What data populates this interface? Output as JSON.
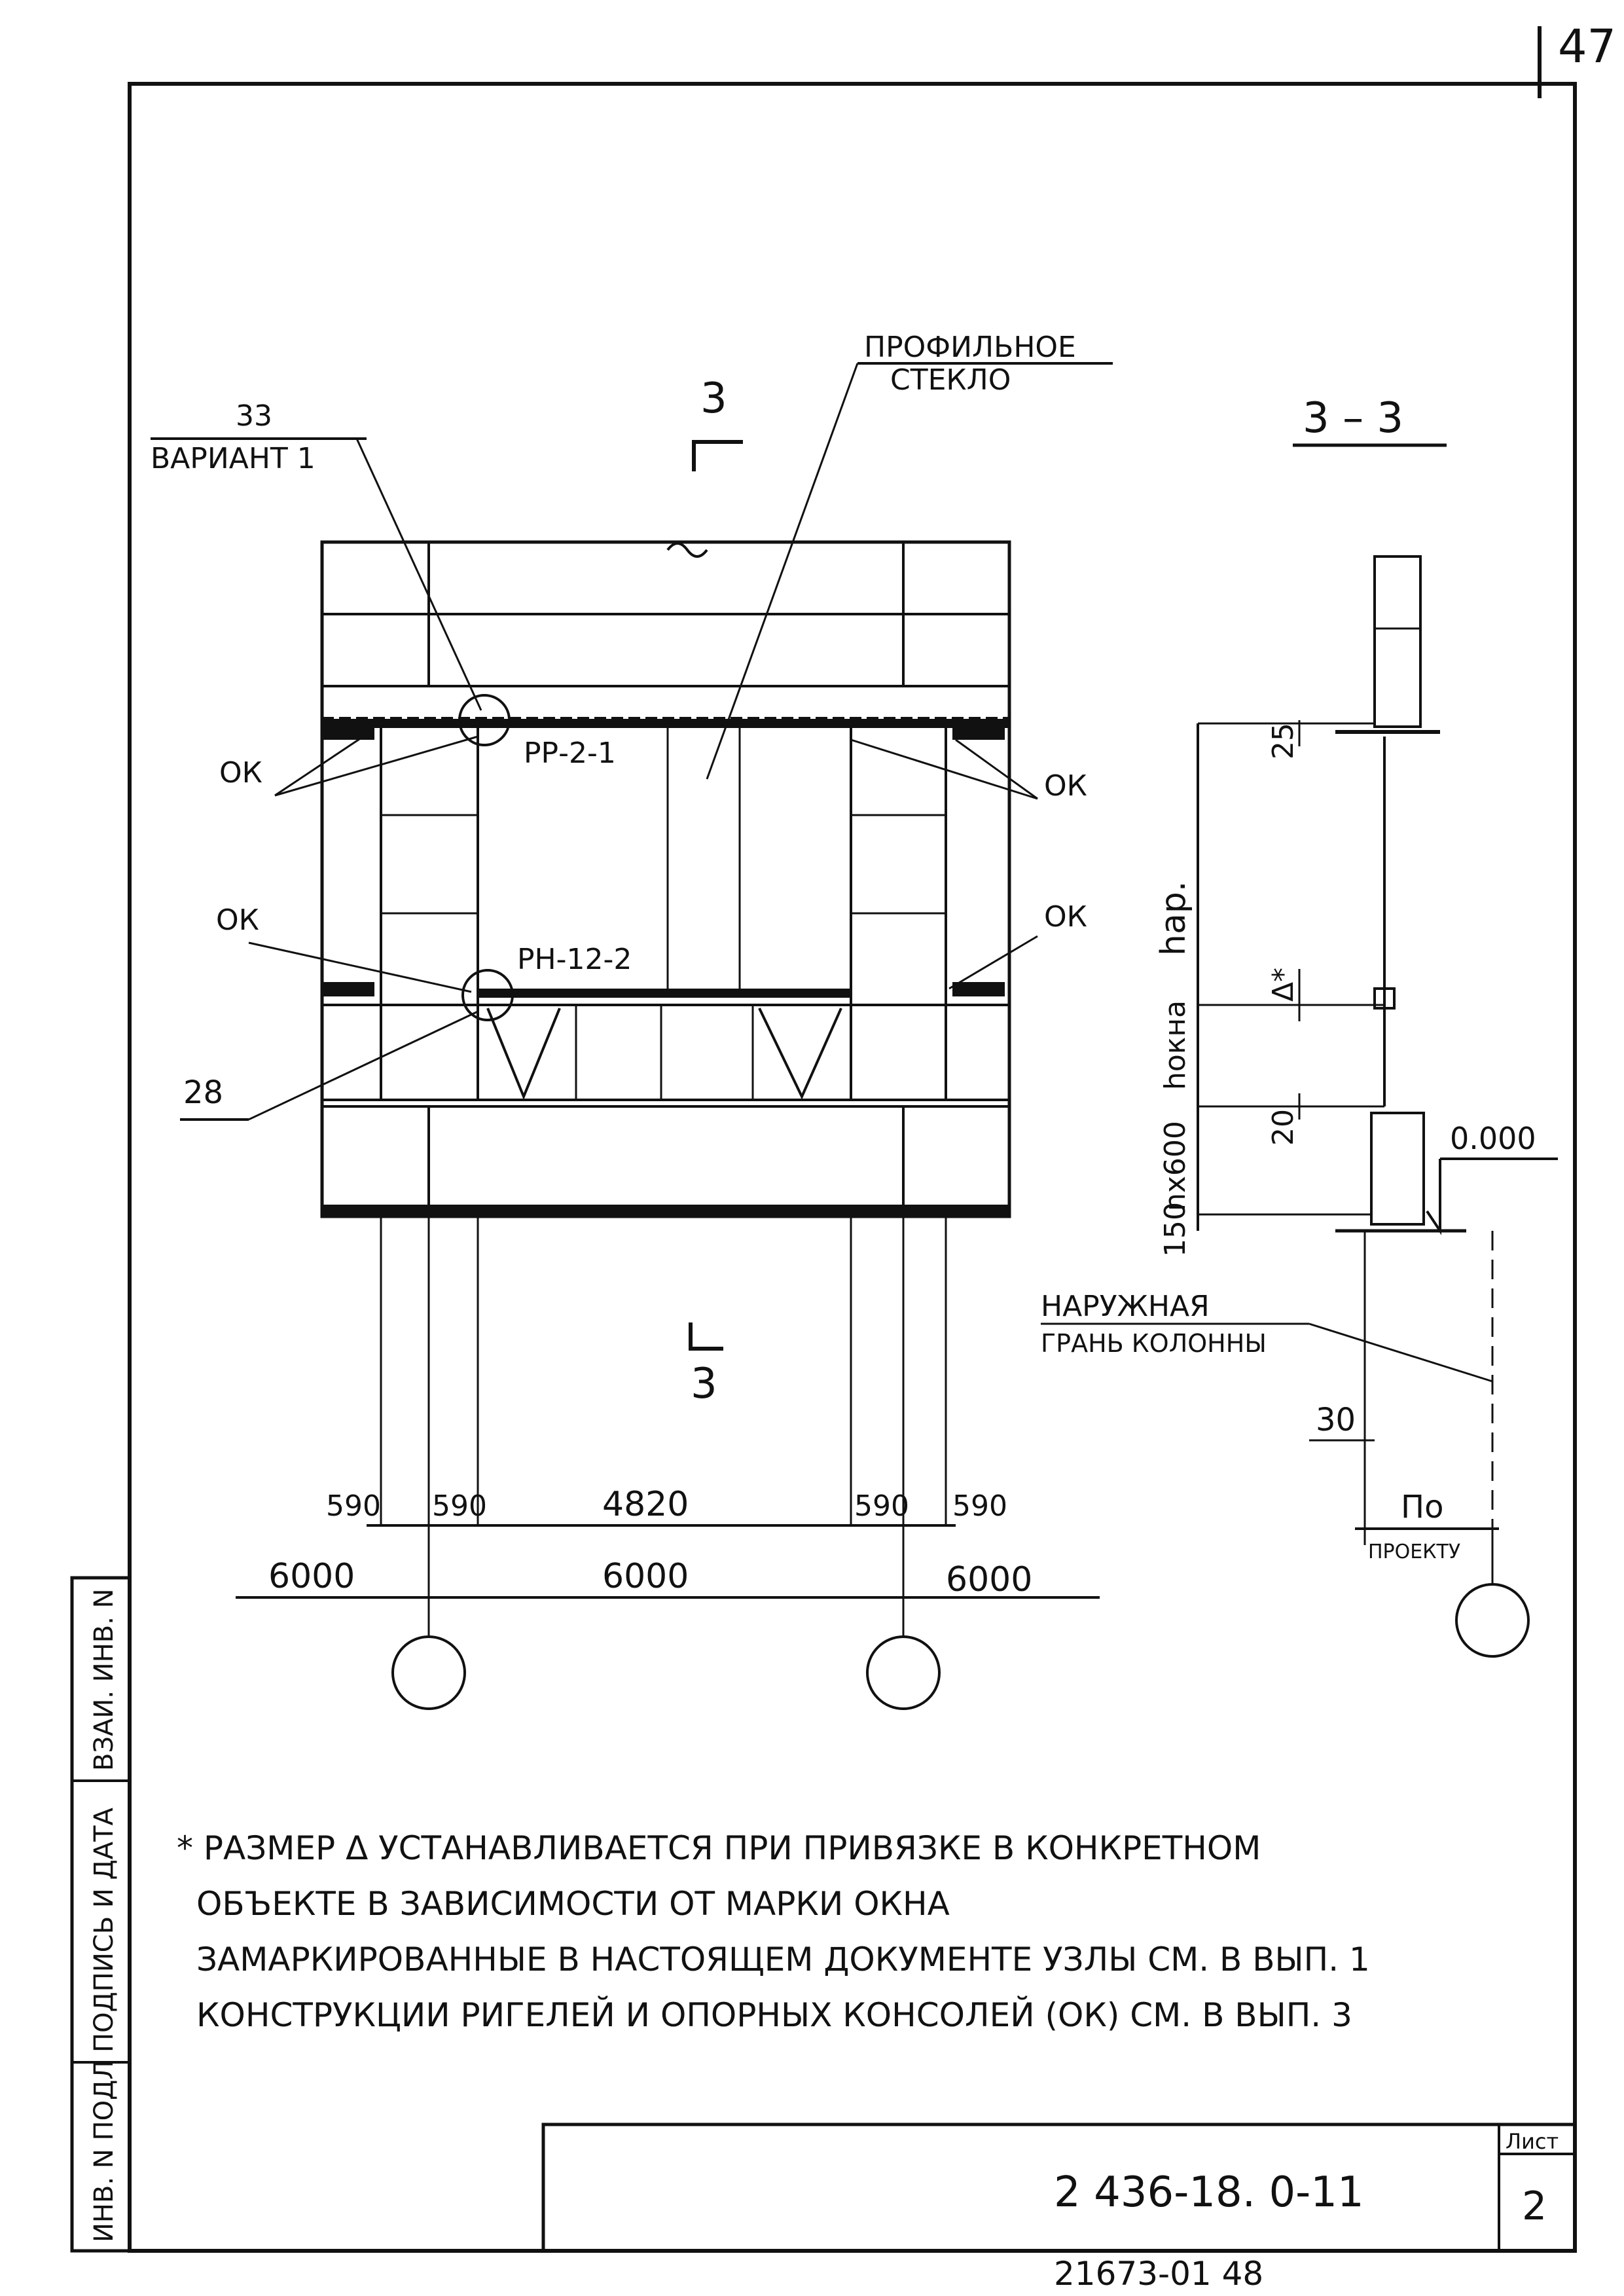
{
  "page_number_top": "47",
  "elevation": {
    "section_mark": "3",
    "section_mark_bottom": "3",
    "callout_33": "33",
    "variant_label": "ВАРИАНТ 1",
    "callout_28": "28",
    "profile_glass_label_line1": "ПРОФИЛЬНОЕ",
    "profile_glass_label_line2": "СТЕКЛО",
    "upper_beam_label": "РР-2-1",
    "lower_beam_label": "РН-12-2",
    "ok_labels": [
      "ОК",
      "ОК",
      "ОК",
      "ОК"
    ],
    "dims_small": [
      "590",
      "590",
      "4820",
      "590",
      "590"
    ],
    "dims_large": [
      "6000",
      "6000",
      "6000"
    ]
  },
  "section": {
    "title": "3 – 3",
    "dim_25": "25",
    "dim_h_nar": "hар.",
    "dim_delta": "Δ*",
    "dim_h_okna": "hокна",
    "dim_20": "20",
    "dim_n600": "nx600",
    "dim_150": "150",
    "level": "0.000",
    "outer_face_line1": "НАРУЖНАЯ",
    "outer_face_line2": "ГРАНЬ КОЛОННЫ",
    "dim_30": "30",
    "by_project_line1": "По",
    "by_project_line2": "ПРОЕКТУ"
  },
  "notes": [
    "* РАЗМЕР Δ УСТАНАВЛИВАЕТСЯ ПРИ ПРИВЯЗКЕ В КОНКРЕТНОМ",
    "ОБЪЕКТЕ В ЗАВИСИМОСТИ ОТ МАРКИ ОКНА",
    "ЗАМАРКИРОВАННЫЕ В НАСТОЯЩЕМ ДОКУМЕНТЕ УЗЛЫ СМ. В ВЫП. 1",
    "КОНСТРУКЦИИ РИГЕЛЕЙ И ОПОРНЫХ КОНСОЛЕЙ (ОК) СМ. В ВЫП. 3"
  ],
  "side_stamp": [
    "ВЗАИ. ИНВ. N",
    "ПОДПИСЬ И ДАТА",
    "ИНВ. N ПОДЛ"
  ],
  "title_block": {
    "doc_code": "2 436-18. 0-11",
    "sheet_label": "Лист",
    "sheet_number": "2"
  },
  "bottom_number": "21673-01  48",
  "colors": {
    "ink": "#111111",
    "paper": "#ffffff"
  }
}
